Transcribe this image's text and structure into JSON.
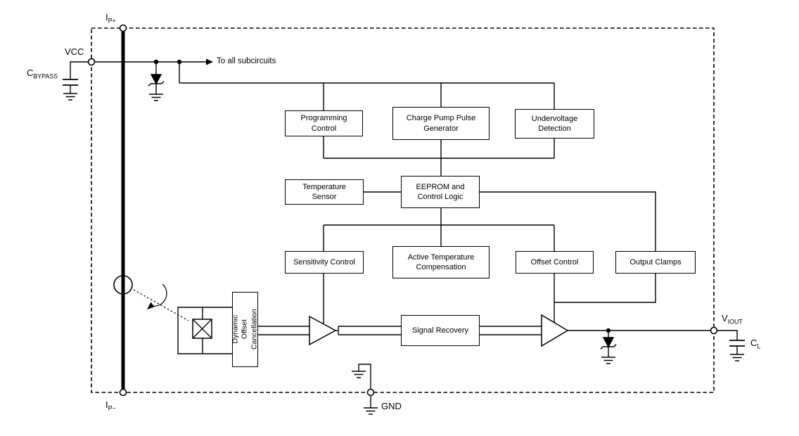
{
  "blocks": {
    "programming_control": "Programming\nControl",
    "charge_pump": "Charge Pump Pulse\nGenerator",
    "undervoltage": "Undervoltage\nDetection",
    "temperature_sensor": "Temperature\nSensor",
    "eeprom": "EEPROM and\nControl Logic",
    "sensitivity_control": "Sensitivity Control",
    "active_temp_comp": "Active Temperature\nCompensation",
    "offset_control": "Offset Control",
    "output_clamps": "Output Clamps",
    "signal_recovery": "Signal Recovery",
    "dynamic_offset_cancellation": "Dynamic Offset\nCancellation"
  },
  "labels": {
    "ip_plus": {
      "base": "I",
      "sub": "P+"
    },
    "ip_minus": {
      "base": "I",
      "sub": "P−"
    },
    "vcc": "VCC",
    "gnd": "GND",
    "viout": {
      "base": "V",
      "sub": "IOUT"
    },
    "c_bypass": {
      "base": "C",
      "sub": "BYPASS"
    },
    "c_load": {
      "base": "C",
      "sub": "L"
    },
    "to_all_subcircuits": "To all subcircuits"
  },
  "colors": {
    "line": "#000000",
    "background": "#ffffff"
  }
}
